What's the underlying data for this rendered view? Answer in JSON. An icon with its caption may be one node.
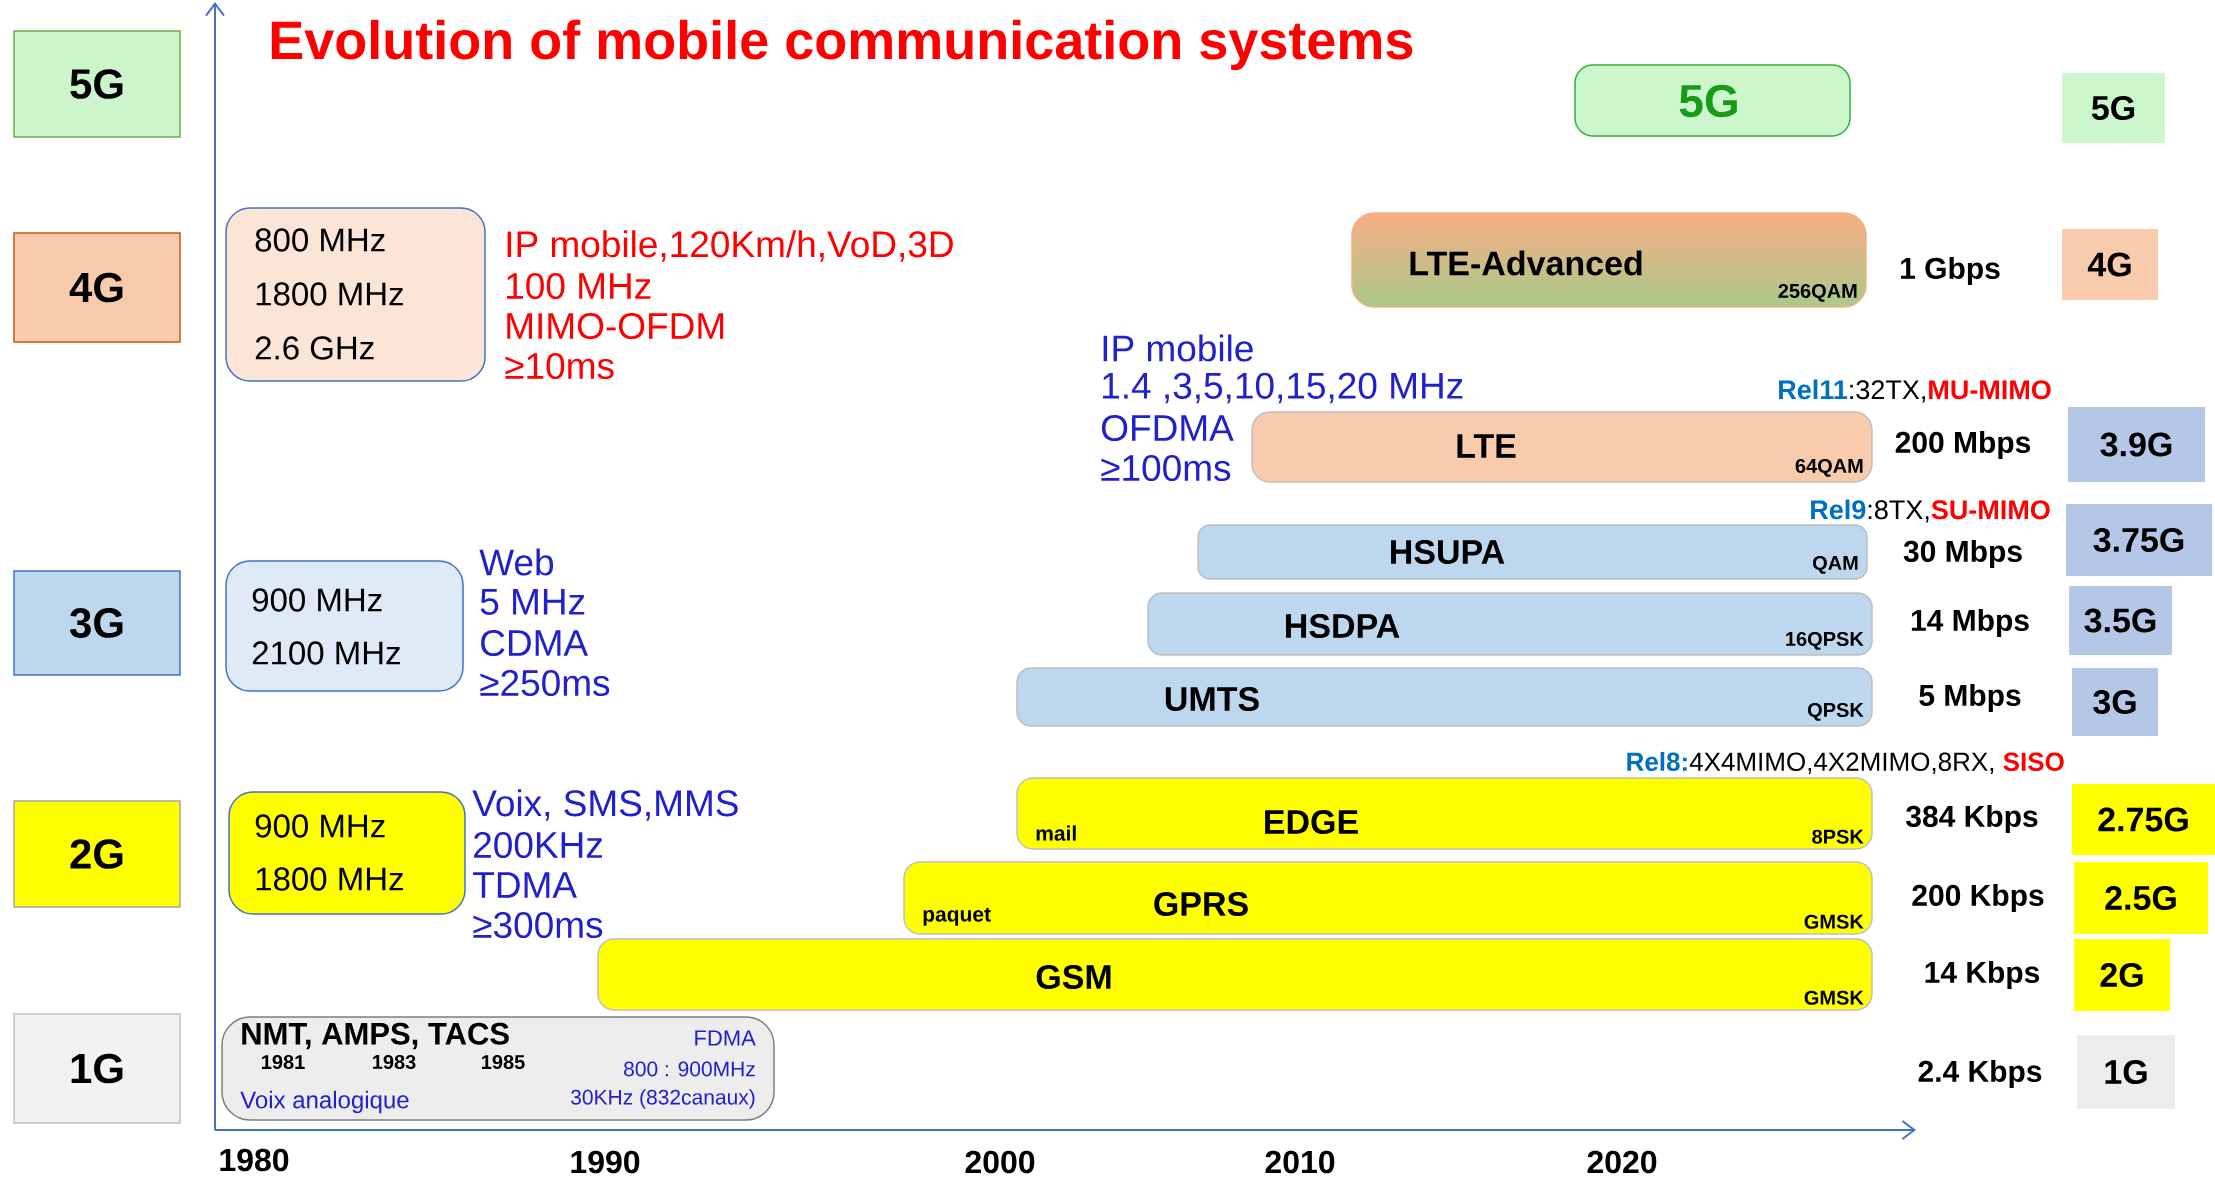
{
  "diagram": {
    "title": "Evolution of mobile communication systems",
    "nodes": [
      {
        "text": [
          "5G"
        ]
      },
      {
        "text": [
          "5G"
        ]
      },
      {
        "text": [
          "5G"
        ]
      },
      {
        "text": [
          "4G"
        ]
      },
      {
        "text": [
          "800 MHz",
          "1800 MHz",
          "2.6 GHz"
        ],
        "beside": [
          "IP mobile,120Km/h,VoD,3D",
          "100 MHz",
          "MIMO-OFDM",
          "≥10ms"
        ]
      },
      {
        "text": [
          "LTE-Advanced",
          "256QAM"
        ]
      },
      {
        "text": [
          "4G"
        ]
      },
      {
        "text": [
          "LTE",
          "64QAM"
        ],
        "beside": [
          "IP mobile",
          "1.4 ,3,5,10,15,20 MHz",
          "OFDMA",
          "≥100ms"
        ]
      },
      {
        "text": [
          "3.9G"
        ]
      },
      {
        "text": [
          "3G"
        ]
      },
      {
        "text": [
          "900 MHz",
          "2100 MHz"
        ],
        "beside": [
          "Web",
          "5 MHz",
          "CDMA",
          "≥250ms"
        ]
      },
      {
        "text": [
          "HSUPA",
          "QAM"
        ]
      },
      {
        "text": [
          "3.75G"
        ]
      },
      {
        "text": [
          "HSDPA",
          "16QPSK"
        ]
      },
      {
        "text": [
          "3.5G"
        ]
      },
      {
        "text": [
          "UMTS",
          "QPSK"
        ]
      },
      {
        "text": [
          "3G"
        ]
      },
      {
        "text": [
          "2G"
        ]
      },
      {
        "text": [
          "900 MHz",
          "1800 MHz"
        ],
        "beside": [
          "Voix, SMS,MMS",
          "200KHz",
          "TDMA",
          "≥300ms"
        ]
      },
      {
        "text": [
          "mail",
          "EDGE",
          "8PSK"
        ]
      },
      {
        "text": [
          "2.75G"
        ]
      },
      {
        "text": [
          "paquet",
          "GPRS",
          "GMSK"
        ]
      },
      {
        "text": [
          "2.5G"
        ]
      },
      {
        "text": [
          "GSM",
          "GMSK"
        ]
      },
      {
        "text": [
          "2G"
        ]
      },
      {
        "text": [
          "1G"
        ]
      },
      {
        "text": [
          "NMT, AMPS, TACS",
          "1981",
          "1983",
          "1985",
          "Voix analogique",
          "FDMA",
          "800 : 900MHz",
          "30KHz (832canaux)"
        ]
      },
      {
        "text": [
          "1G"
        ]
      }
    ],
    "labels": [
      "1 Gbps",
      "Rel11",
      ":32TX,",
      "MU-MIMO",
      "200 Mbps",
      "Rel9",
      ":8TX,",
      "SU-MIMO",
      "30 Mbps",
      "14 Mbps",
      "5 Mbps",
      "Rel8:",
      "4X4MIMO,4X2MIMO,8RX,",
      "SISO",
      "384 Kbps",
      "200 Kbps",
      "14 Kbps",
      "2.4 Kbps",
      "1980",
      "1990",
      "2000",
      "2010",
      "2020"
    ]
  }
}
